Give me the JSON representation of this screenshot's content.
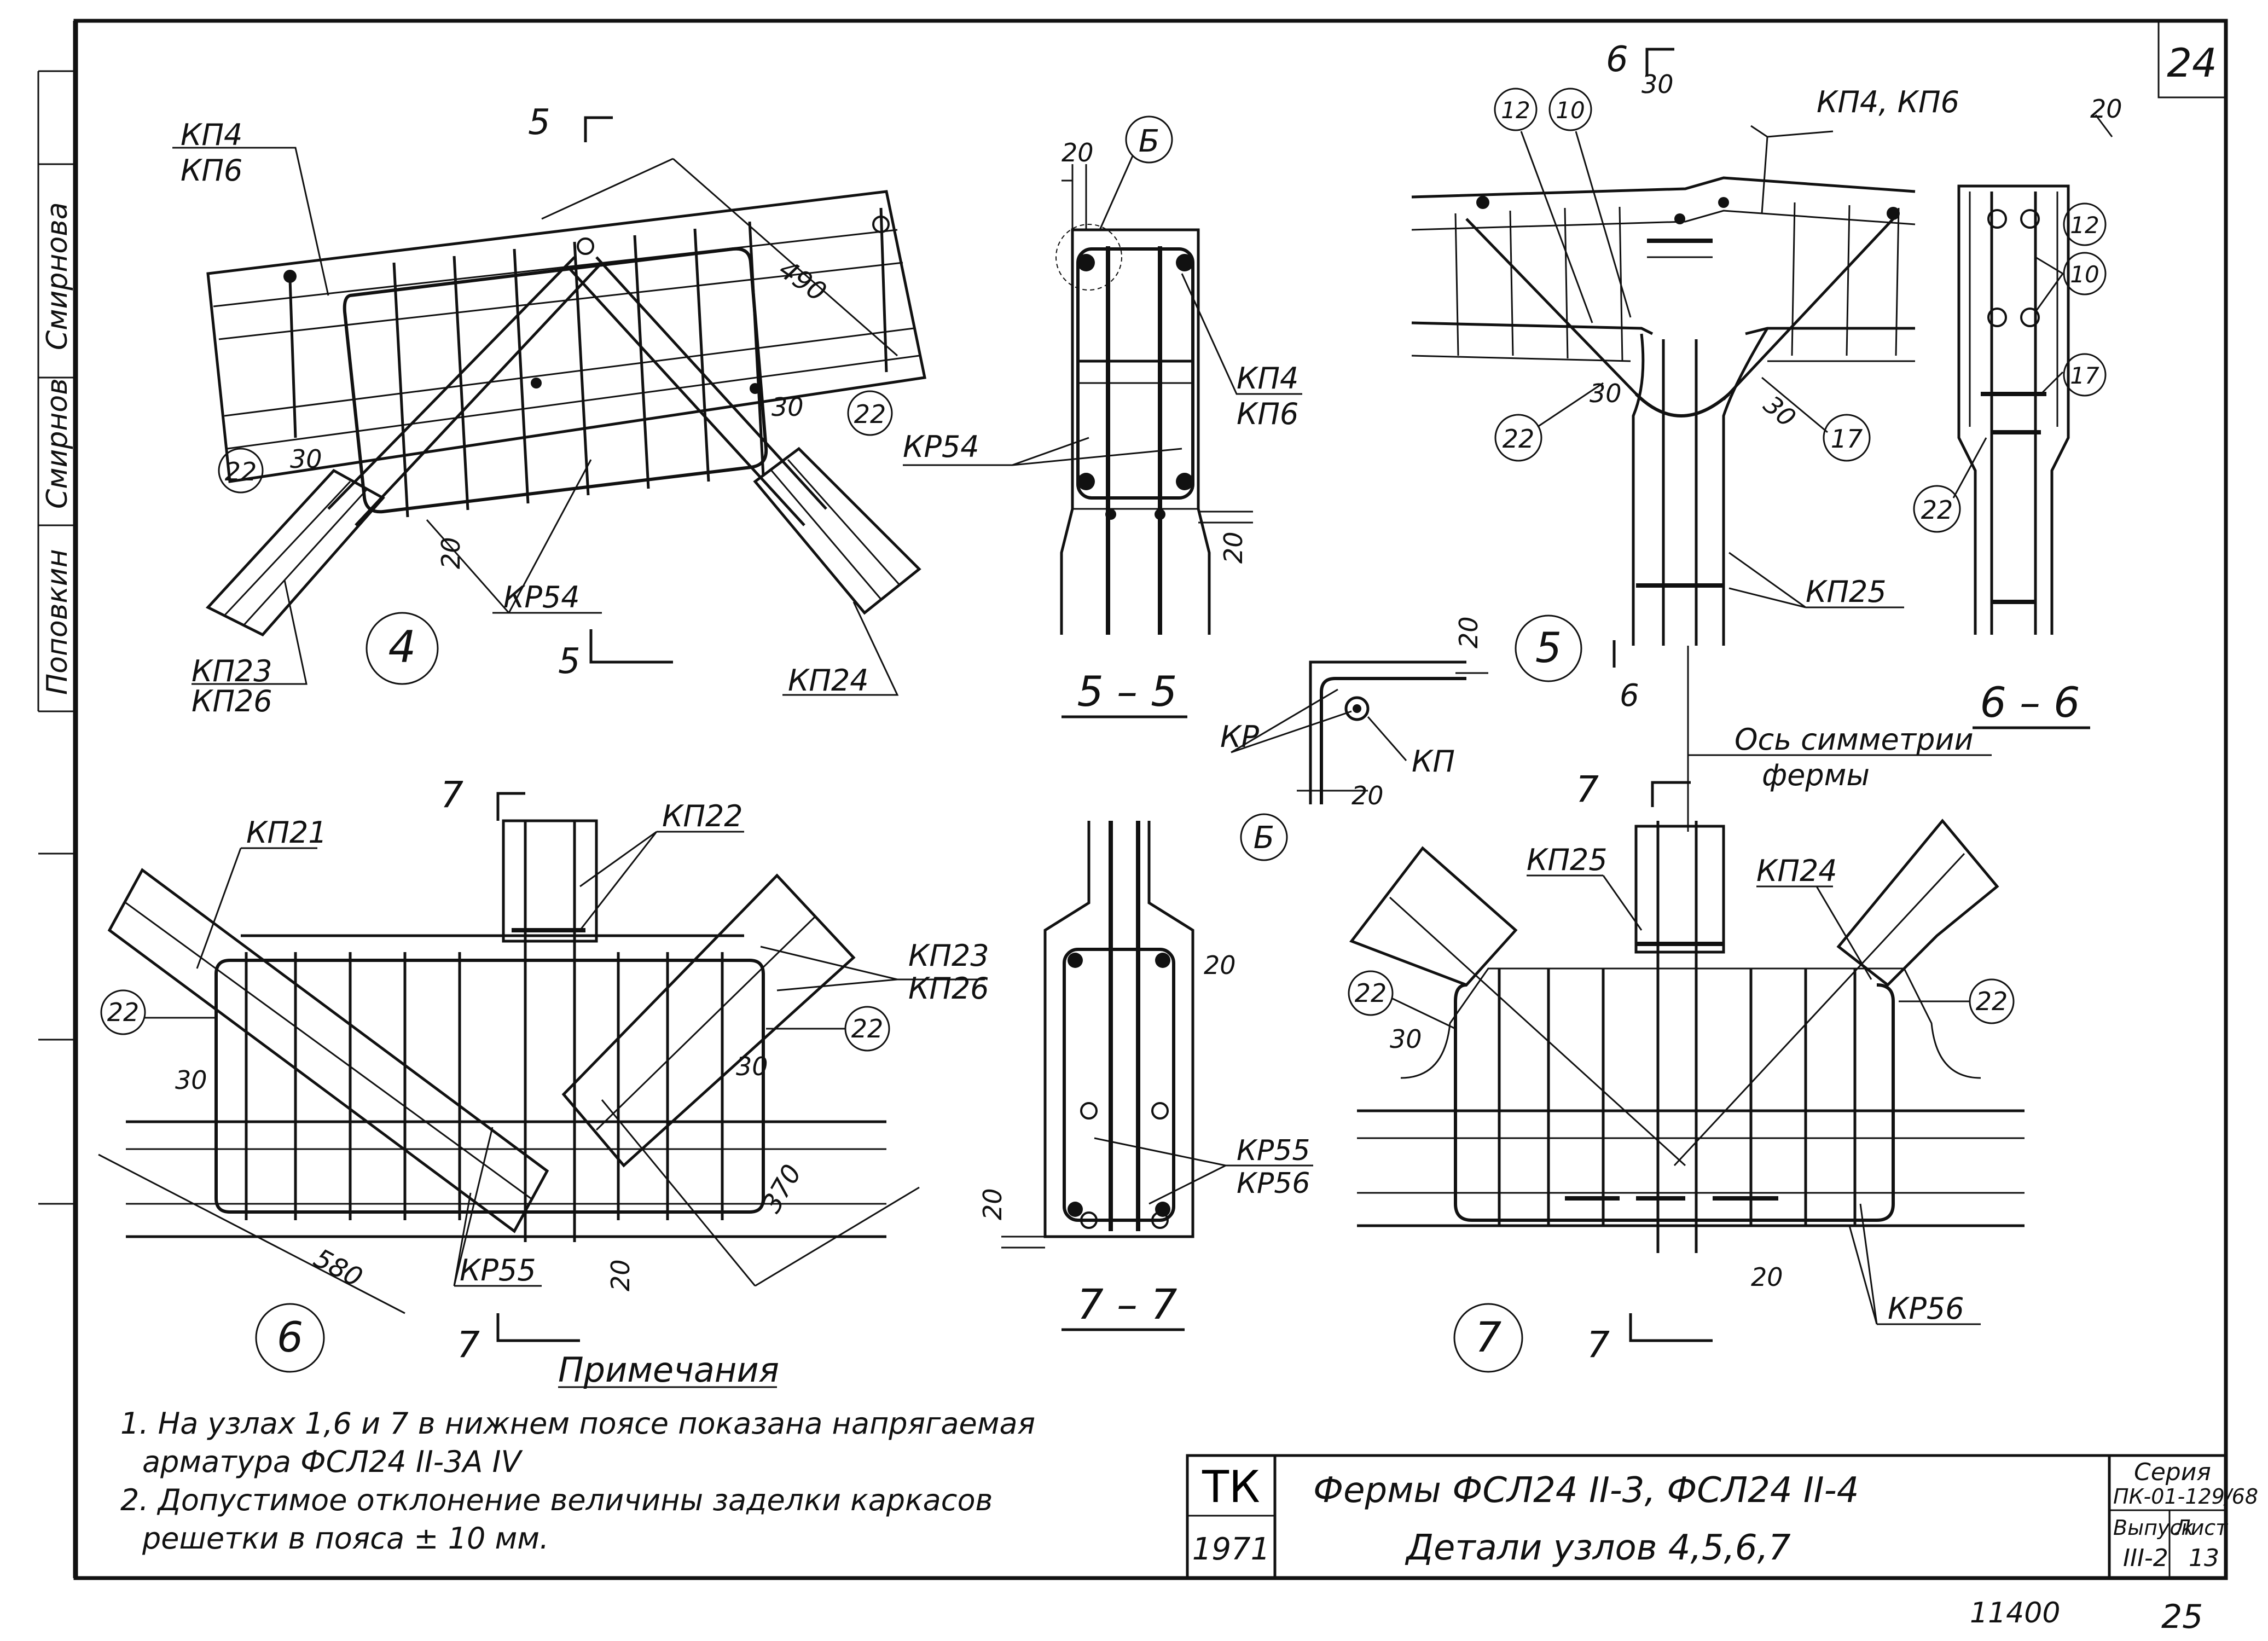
{
  "sheet": {
    "page_number": "24",
    "bottom_number": "25",
    "archive_code": "11400"
  },
  "side_stamp": {
    "cells": [
      "Смирнова",
      "Смирнов",
      "Поповкин"
    ]
  },
  "views": {
    "node4": {
      "number": "4",
      "section_mark": "5",
      "labels": {
        "chord": "КП4",
        "chord_alt": "КП6",
        "cage": "КР54",
        "brace_left": "КП23",
        "brace_left_alt": "КП26",
        "brace_right": "КП24"
      },
      "dims": [
        "490",
        "30",
        "30",
        "20"
      ],
      "callouts": [
        "22",
        "22"
      ]
    },
    "section55": {
      "title": "5 – 5",
      "callout": "Б",
      "labels": {
        "cage": "КР54",
        "chord": "КП4",
        "chord_alt": "КП6"
      },
      "dims": [
        "20",
        "20"
      ]
    },
    "node5": {
      "number": "5",
      "section_mark": "6",
      "labels": {
        "chords": "КП4, КП6",
        "post": "КП25"
      },
      "dims": [
        "30",
        "30",
        "30"
      ],
      "callouts": [
        "12",
        "10",
        "22",
        "17"
      ]
    },
    "section66": {
      "title": "6 – 6",
      "dims": [
        "20"
      ],
      "callouts": [
        "12",
        "10",
        "17",
        "22"
      ]
    },
    "detailB": {
      "callout": "Б",
      "labels": {
        "cage": "КР",
        "rod": "КП"
      },
      "dims": [
        "20",
        "20"
      ]
    },
    "axis": {
      "label_1": "Ось симметрии",
      "label_2": "фермы"
    },
    "node6": {
      "number": "6",
      "section_mark": "7",
      "labels": {
        "brace_left": "КП21",
        "post": "КП22",
        "brace_right": "КП23",
        "brace_right_alt": "КП26",
        "cage": "КР55"
      },
      "dims": [
        "30",
        "30",
        "580",
        "370",
        "20"
      ],
      "callouts": [
        "22",
        "22"
      ]
    },
    "section77": {
      "title": "7 – 7",
      "labels": {
        "cage": "КР55",
        "cage_alt": "КР56"
      },
      "dims": [
        "20",
        "20"
      ]
    },
    "node7": {
      "number": "7",
      "section_mark": "7",
      "labels": {
        "post": "КП25",
        "brace": "КП24",
        "cage": "КР56"
      },
      "dims": [
        "30",
        "20"
      ],
      "callouts": [
        "22",
        "22"
      ]
    }
  },
  "notes": {
    "heading": "Примечания",
    "lines": [
      "1. На узлах 1,6 и 7 в нижнем поясе показана напрягаемая",
      "арматура ФСЛ24 II-3А IV",
      "2. Допустимое отклонение величины заделки каркасов",
      "решетки в пояса ± 10 мм."
    ]
  },
  "title_block": {
    "org": "ТК",
    "year": "1971",
    "title_line1": "Фермы  ФСЛ24 II-3,  ФСЛ24 II-4",
    "title_line2": "Детали узлов 4,5,6,7",
    "series_label": "Серия",
    "series_value": "ПК-01-129/68",
    "issue_label": "Выпуск",
    "issue_value": "III-2",
    "sheet_label": "Лист",
    "sheet_value": "13"
  }
}
